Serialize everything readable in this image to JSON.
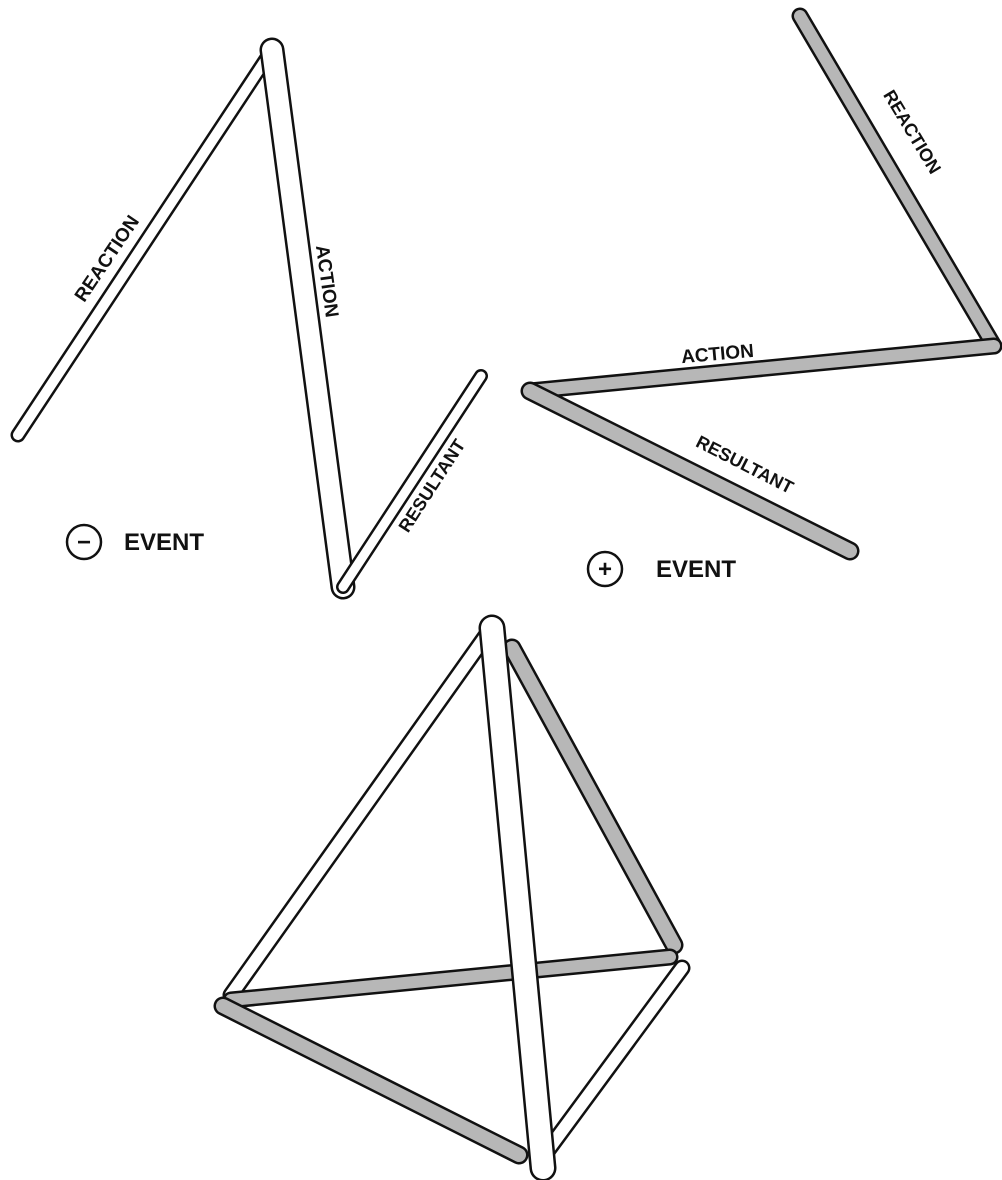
{
  "diagram": {
    "colors": {
      "ink": "#111111",
      "hollow_fill": "#ffffff",
      "shaded_fill": "#b7b7b7",
      "background": "#ffffff"
    },
    "negative_event": {
      "symbol": "−",
      "label": "EVENT",
      "sticks": {
        "reaction": "REACTION",
        "action": "ACTION",
        "resultant": "RESULTANT"
      }
    },
    "positive_event": {
      "symbol": "+",
      "label": "EVENT",
      "sticks": {
        "reaction": "REACTION",
        "action": "ACTION",
        "resultant": "RESULTANT"
      }
    }
  }
}
